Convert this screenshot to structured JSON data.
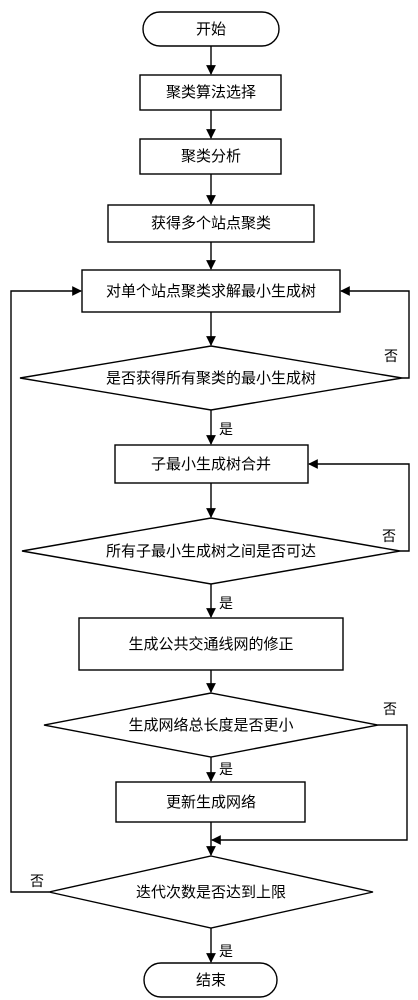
{
  "flowchart": {
    "start": "开始",
    "step_algorithm_select": "聚类算法选择",
    "step_cluster_analysis": "聚类分析",
    "step_get_clusters": "获得多个站点聚类",
    "step_solve_mst": "对单个站点聚类求解最小生成树",
    "decision_all_mst": "是否获得所有聚类的最小生成树",
    "step_merge_sub_mst": "子最小生成树合并",
    "decision_reachable": "所有子最小生成树之间是否可达",
    "step_network_correction": "生成公共交通线网的修正",
    "decision_shorter": "生成网络总长度是否更小",
    "step_update_network": "更新生成网络",
    "decision_iteration_limit": "迭代次数是否达到上限",
    "end": "结束"
  },
  "branch_labels": {
    "yes": "是",
    "no": "否"
  }
}
